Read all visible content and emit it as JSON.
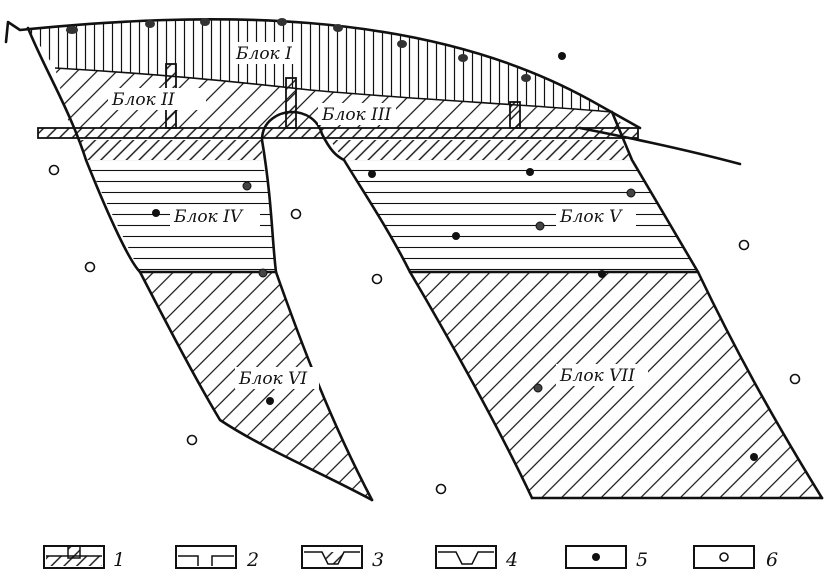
{
  "blocks": {
    "b1": "Блок I",
    "b2": "Блок II",
    "b3": "Блок III",
    "b4": "Блок IV",
    "b5": "Блок V",
    "b6": "Блок VI",
    "b7": "Блок VII"
  },
  "legend": {
    "n1": "1",
    "n2": "2",
    "n3": "3",
    "n4": "4",
    "n5": "5",
    "n6": "6"
  },
  "colors": {
    "ink": "#111111",
    "paper": "#ffffff"
  }
}
